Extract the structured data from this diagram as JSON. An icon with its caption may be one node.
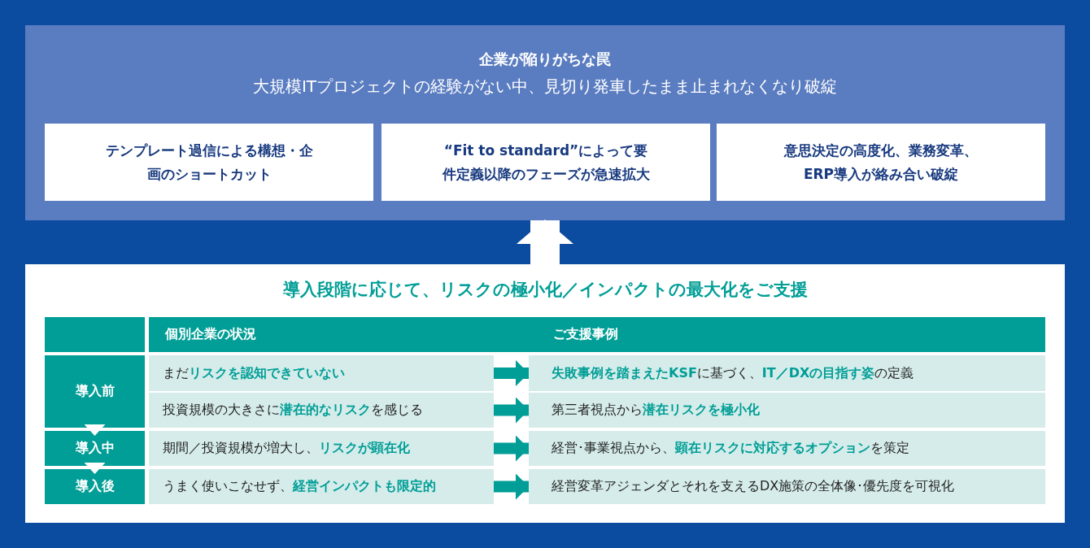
{
  "diagram": {
    "nodes": [
      {
        "text": [
          "企業が陥りがちな罠",
          "大規模ITプロジェクトの経験がない中、見切り発車したまま止まれなくなり破綻"
        ]
      },
      {
        "text": [
          "テンプレート過信による構想・企画のショートカット"
        ],
        "in": 0
      },
      {
        "text": [
          "“Fit to standard”によって要件定義以降のフェーズが急速拡大"
        ],
        "in": 0
      },
      {
        "text": [
          "意思決定の高度化、業務変革、ERP導入が絡み合い破綻"
        ],
        "in": 0
      },
      {
        "text": [
          "導入段階に応じて、リスクの極小化／インパクトの最大化をご支援"
        ]
      },
      {
        "text": [],
        "shape": "box",
        "in": 4
      },
      {
        "text": [
          "個別企業の状況"
        ],
        "in": 4
      },
      {
        "text": [
          "ご支援事例"
        ],
        "in": 4
      },
      {
        "text": [
          "導入前"
        ],
        "in": 4
      },
      {
        "text": [
          "まだ**リスクを認知できていない**"
        ],
        "in": 4
      },
      {
        "text": [
          "**失敗事例を踏まえたKSF**に基づく、**IT／DXの目指す姿**の定義"
        ],
        "in": 4
      },
      {
        "text": [
          "投資規模の大きさに**潜在的なリスク**を感じる"
        ],
        "in": 4
      },
      {
        "text": [
          "第三者視点から**潜在リスクを極小化**"
        ],
        "in": 4
      },
      {
        "text": [
          "導入中"
        ],
        "in": 4
      },
      {
        "text": [
          "期間／投資規模が増大し、**リスクが顕在化**"
        ],
        "in": 4
      },
      {
        "text": [
          "経営･事業視点から、**顕在リスクに対応するオプション**を策定"
        ],
        "in": 4
      },
      {
        "text": [
          "導入後"
        ],
        "in": 4
      },
      {
        "text": [
          "うまく使いこなせず、**経営インパクトも限定的**"
        ],
        "in": 4
      },
      {
        "text": [
          "経営変革アジェンダとそれを支えるDX施策の全体像･優先度を可視化"
        ],
        "in": 4
      }
    ],
    "edges": [
      {
        "from": 4,
        "to": 0,
        "arrow": "to",
        "style": "thick",
        "color": "#ffffff"
      },
      {
        "from": 9,
        "to": 10,
        "arrow": "to"
      },
      {
        "from": 11,
        "to": 12,
        "arrow": "to"
      },
      {
        "from": 14,
        "to": 15,
        "arrow": "to"
      },
      {
        "from": 17,
        "to": 18,
        "arrow": "to"
      },
      {
        "from": 8,
        "to": 13,
        "arrow": "to",
        "color": "#ffffff"
      },
      {
        "from": 13,
        "to": 16,
        "arrow": "to",
        "color": "#ffffff"
      }
    ]
  }
}
